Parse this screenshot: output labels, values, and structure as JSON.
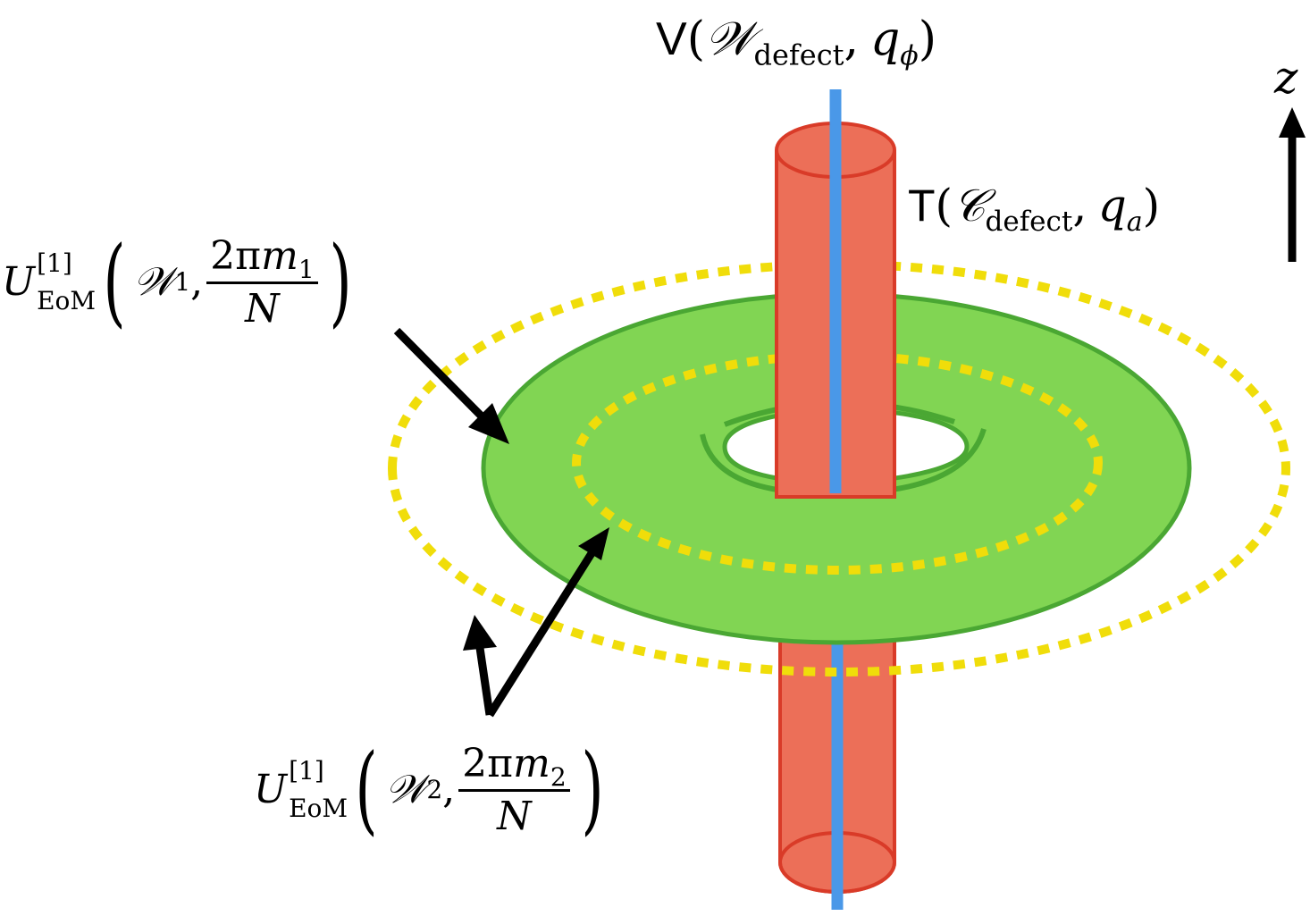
{
  "colors": {
    "cylinder_fill": "#ec6f58",
    "cylinder_stroke": "#d93b28",
    "wire": "#4a98e8",
    "disk_fill": "#81d553",
    "disk_stroke": "#4aa733",
    "dotted": "#f0dd0a",
    "arrow": "#000000"
  },
  "labels": {
    "vertex": {
      "head": "V",
      "open": "(",
      "symbol": "𝒲",
      "sub": "defect",
      "comma": ",",
      "charge": "q",
      "charge_sub": "ϕ",
      "close": ")"
    },
    "tube": {
      "head": "T",
      "open": "(",
      "symbol": "𝒞",
      "sub": "defect",
      "comma": ",",
      "charge": "q",
      "charge_sub": "a",
      "close": ")"
    },
    "axis": {
      "name": "z"
    },
    "op1": {
      "base": "U",
      "sup": "[1]",
      "sub": "EoM",
      "open": "(",
      "symbol": "𝒲",
      "index": "1",
      "comma": ",",
      "numerator_coef": "2π",
      "numerator_var": "m",
      "numerator_index": "1",
      "denominator": "N",
      "close": ")"
    },
    "op2": {
      "base": "U",
      "sup": "[1]",
      "sub": "EoM",
      "open": "(",
      "symbol": "𝒲",
      "index": "2",
      "comma": ",",
      "numerator_coef": "2π",
      "numerator_var": "m",
      "numerator_index": "2",
      "denominator": "N",
      "close": ")"
    }
  }
}
